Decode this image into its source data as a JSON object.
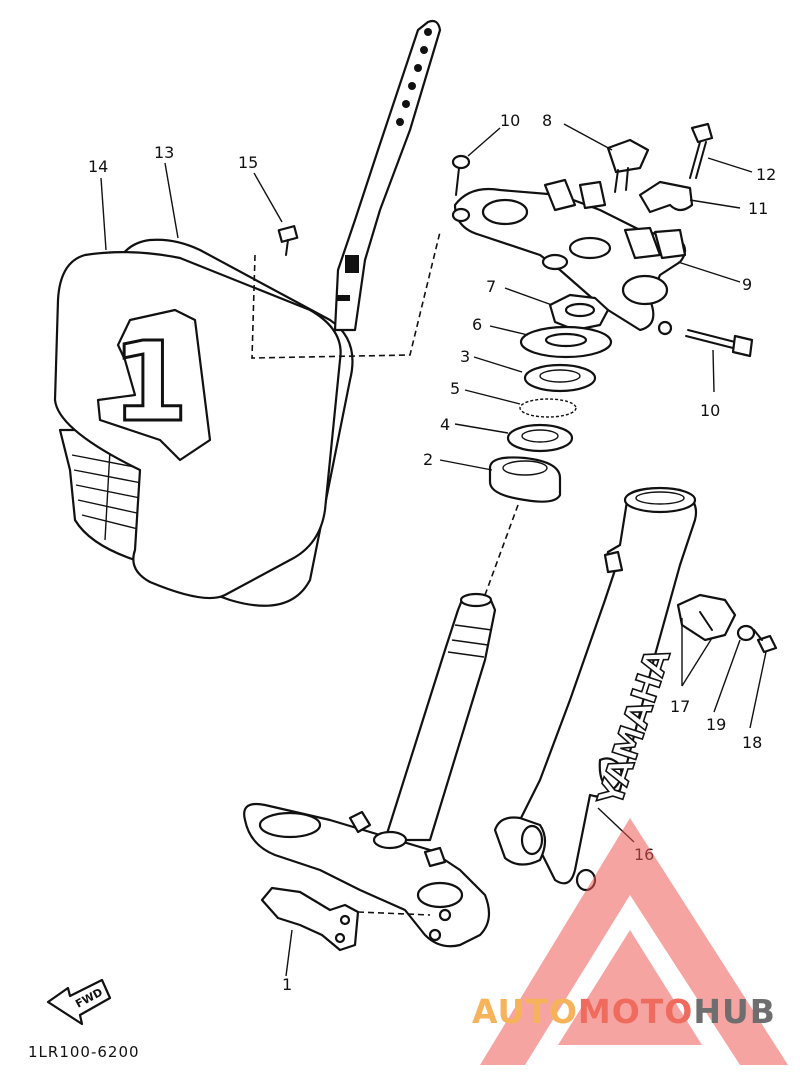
{
  "diagram": {
    "code": "1LR100-6200",
    "fwd_label": "FWD",
    "tank_number": "1",
    "fork_brand": "YAMAHA",
    "callouts": [
      "14",
      "13",
      "15",
      "10",
      "8",
      "12",
      "11",
      "9",
      "7",
      "6",
      "3",
      "5",
      "4",
      "2",
      "10",
      "17",
      "19",
      "18",
      "16",
      "1"
    ]
  },
  "watermark": {
    "part_a": "AUTO",
    "part_b": "MOTO",
    "part_c": "HUB",
    "colors": {
      "a": "#f6b35a",
      "b": "#ef6b5e",
      "c": "#6e6e6e",
      "triangle": "#ee5a55"
    }
  }
}
